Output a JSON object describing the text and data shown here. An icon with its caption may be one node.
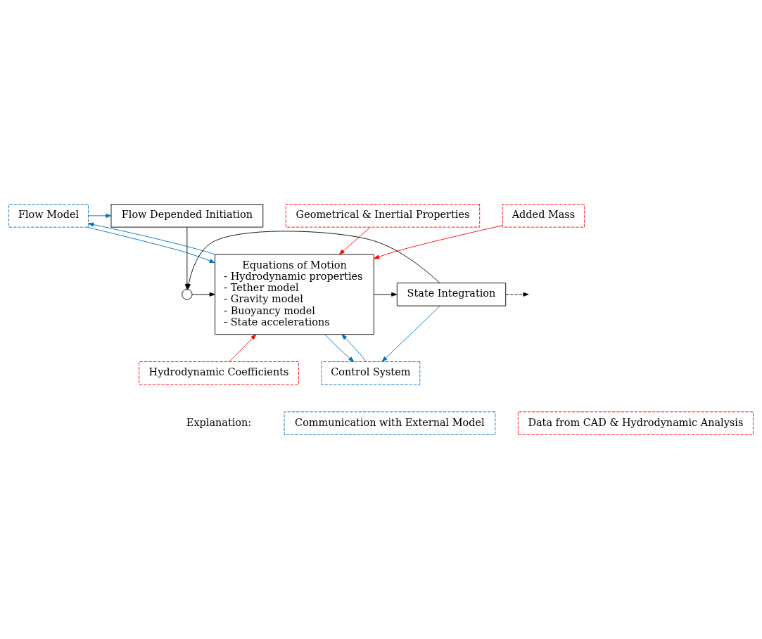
{
  "diagram": {
    "nodes": [
      {
        "text": [
          "Flow Depended Initiation"
        ]
      },
      {
        "text": [
          "Flow Model"
        ]
      },
      {
        "text": [
          "Geometrical & Inertial Properties"
        ]
      },
      {
        "text": [
          "Added Mass"
        ]
      },
      {
        "text": [],
        "shape": "circle"
      },
      {
        "text": [
          "Equations of Motion",
          "- Hydrodynamic properties",
          "- Tether model",
          "- Gravity model",
          "- Buoyancy model",
          "- State accelerations"
        ]
      },
      {
        "text": [
          "State Integration"
        ]
      },
      {
        "text": [
          "Hydrodynamic Coefficients"
        ]
      },
      {
        "text": [
          "Control System"
        ]
      },
      {
        "text": [
          "Communication with External Model"
        ]
      },
      {
        "text": [
          "Data from CAD & Hydrodynamic Analysis"
        ]
      }
    ],
    "edges": [
      {
        "from": 1,
        "to": 0,
        "arrow": "to"
      },
      {
        "from": 1,
        "to": 5,
        "arrow": "to"
      },
      {
        "from": 5,
        "to": 1,
        "arrow": "to"
      },
      {
        "from": 2,
        "to": 5,
        "arrow": "to",
        "color": "#ff0000"
      },
      {
        "from": 3,
        "to": 5,
        "arrow": "to",
        "color": "#ff0000"
      },
      {
        "from": 0,
        "to": 4,
        "arrow": "to",
        "color": "#000000"
      },
      {
        "from": 4,
        "to": 5,
        "arrow": "to",
        "color": "#000000"
      },
      {
        "from": 5,
        "to": 6,
        "arrow": "to",
        "color": "#000000"
      },
      {
        "from": 6,
        "to": null,
        "arrow": "to",
        "style": "dashed",
        "color": "#000000"
      },
      {
        "from": 6,
        "to": 4,
        "arrow": "to",
        "color": "#000000"
      },
      {
        "from": 7,
        "to": 5,
        "arrow": "to",
        "color": "#ff0000"
      },
      {
        "from": 5,
        "to": 8,
        "arrow": "to"
      },
      {
        "from": 8,
        "to": 5,
        "arrow": "to"
      },
      {
        "from": 6,
        "to": 8,
        "arrow": "to"
      }
    ],
    "labels": [
      "Explanation:"
    ]
  }
}
